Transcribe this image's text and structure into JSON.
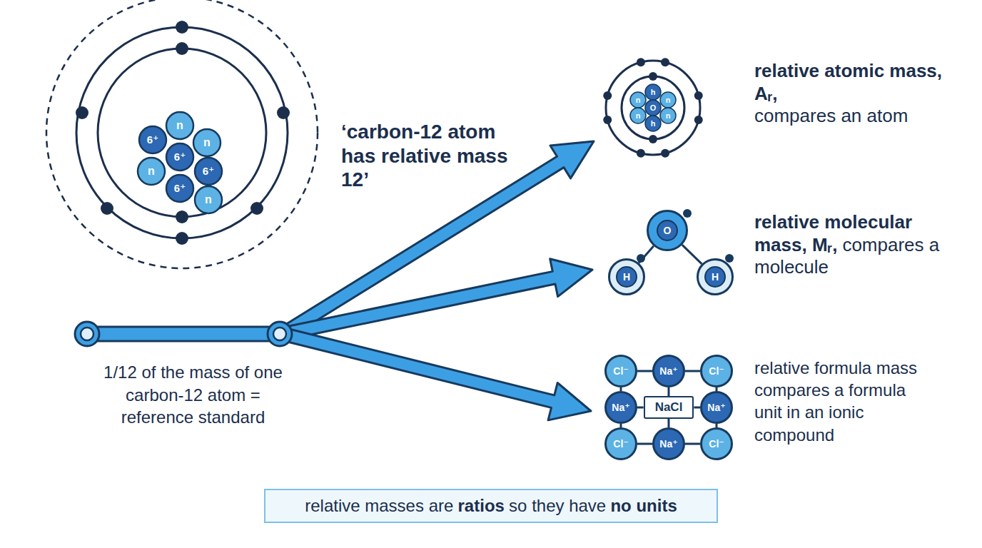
{
  "diagram": {
    "nodes": [
      {
        "text": [
          "O"
        ]
      },
      {
        "text": [
          "H"
        ]
      },
      {
        "text": [
          "H"
        ]
      },
      {
        "text": [
          "Cl⁻"
        ]
      },
      {
        "text": [
          "Na⁺"
        ]
      },
      {
        "text": [
          "Cl⁻"
        ]
      },
      {
        "text": [
          "Na⁺"
        ]
      },
      {
        "text": [
          "NaCl"
        ]
      },
      {
        "text": [
          "Na⁺"
        ]
      },
      {
        "text": [
          "Cl⁻"
        ]
      },
      {
        "text": [
          "Na⁺"
        ]
      },
      {
        "text": [
          "Cl⁻"
        ]
      },
      {
        "text": [
          "relative masses are",
          "ratios",
          "so they have",
          "no units"
        ]
      }
    ],
    "edges": [
      {
        "from": 0,
        "to": 1,
        "arrow": "none"
      },
      {
        "from": 0,
        "to": 2,
        "arrow": "none"
      },
      {
        "from": 3,
        "to": 4,
        "arrow": "none"
      },
      {
        "from": 4,
        "to": 5,
        "arrow": "none"
      },
      {
        "from": 6,
        "to": 7,
        "arrow": "none"
      },
      {
        "from": 7,
        "to": 8,
        "arrow": "none"
      },
      {
        "from": 9,
        "to": 10,
        "arrow": "none"
      },
      {
        "from": 10,
        "to": 11,
        "arrow": "none"
      },
      {
        "from": 3,
        "to": 6,
        "arrow": "none"
      },
      {
        "from": 6,
        "to": 9,
        "arrow": "none"
      },
      {
        "from": 4,
        "to": 7,
        "arrow": "none"
      },
      {
        "from": 7,
        "to": 10,
        "arrow": "none"
      },
      {
        "from": 5,
        "to": 8,
        "arrow": "none"
      },
      {
        "from": 8,
        "to": 11,
        "arrow": "none"
      }
    ],
    "labels": [
      "n",
      "6⁺",
      "n",
      "6⁺",
      "n",
      "6⁺",
      "6⁺",
      "n",
      "‘carbon-12 atom has relative mass 12’",
      "h",
      "n",
      "n",
      "O",
      "n",
      "n",
      "h",
      "relative atomic mass, Aᵣ,",
      "compares an atom",
      "relative molecular mass, Mᵣ,",
      "compares a molecule",
      "relative formula mass compares a formula unit in an ionic compound",
      "1/12 of the mass of one carbon-12 atom = reference standard"
    ]
  }
}
